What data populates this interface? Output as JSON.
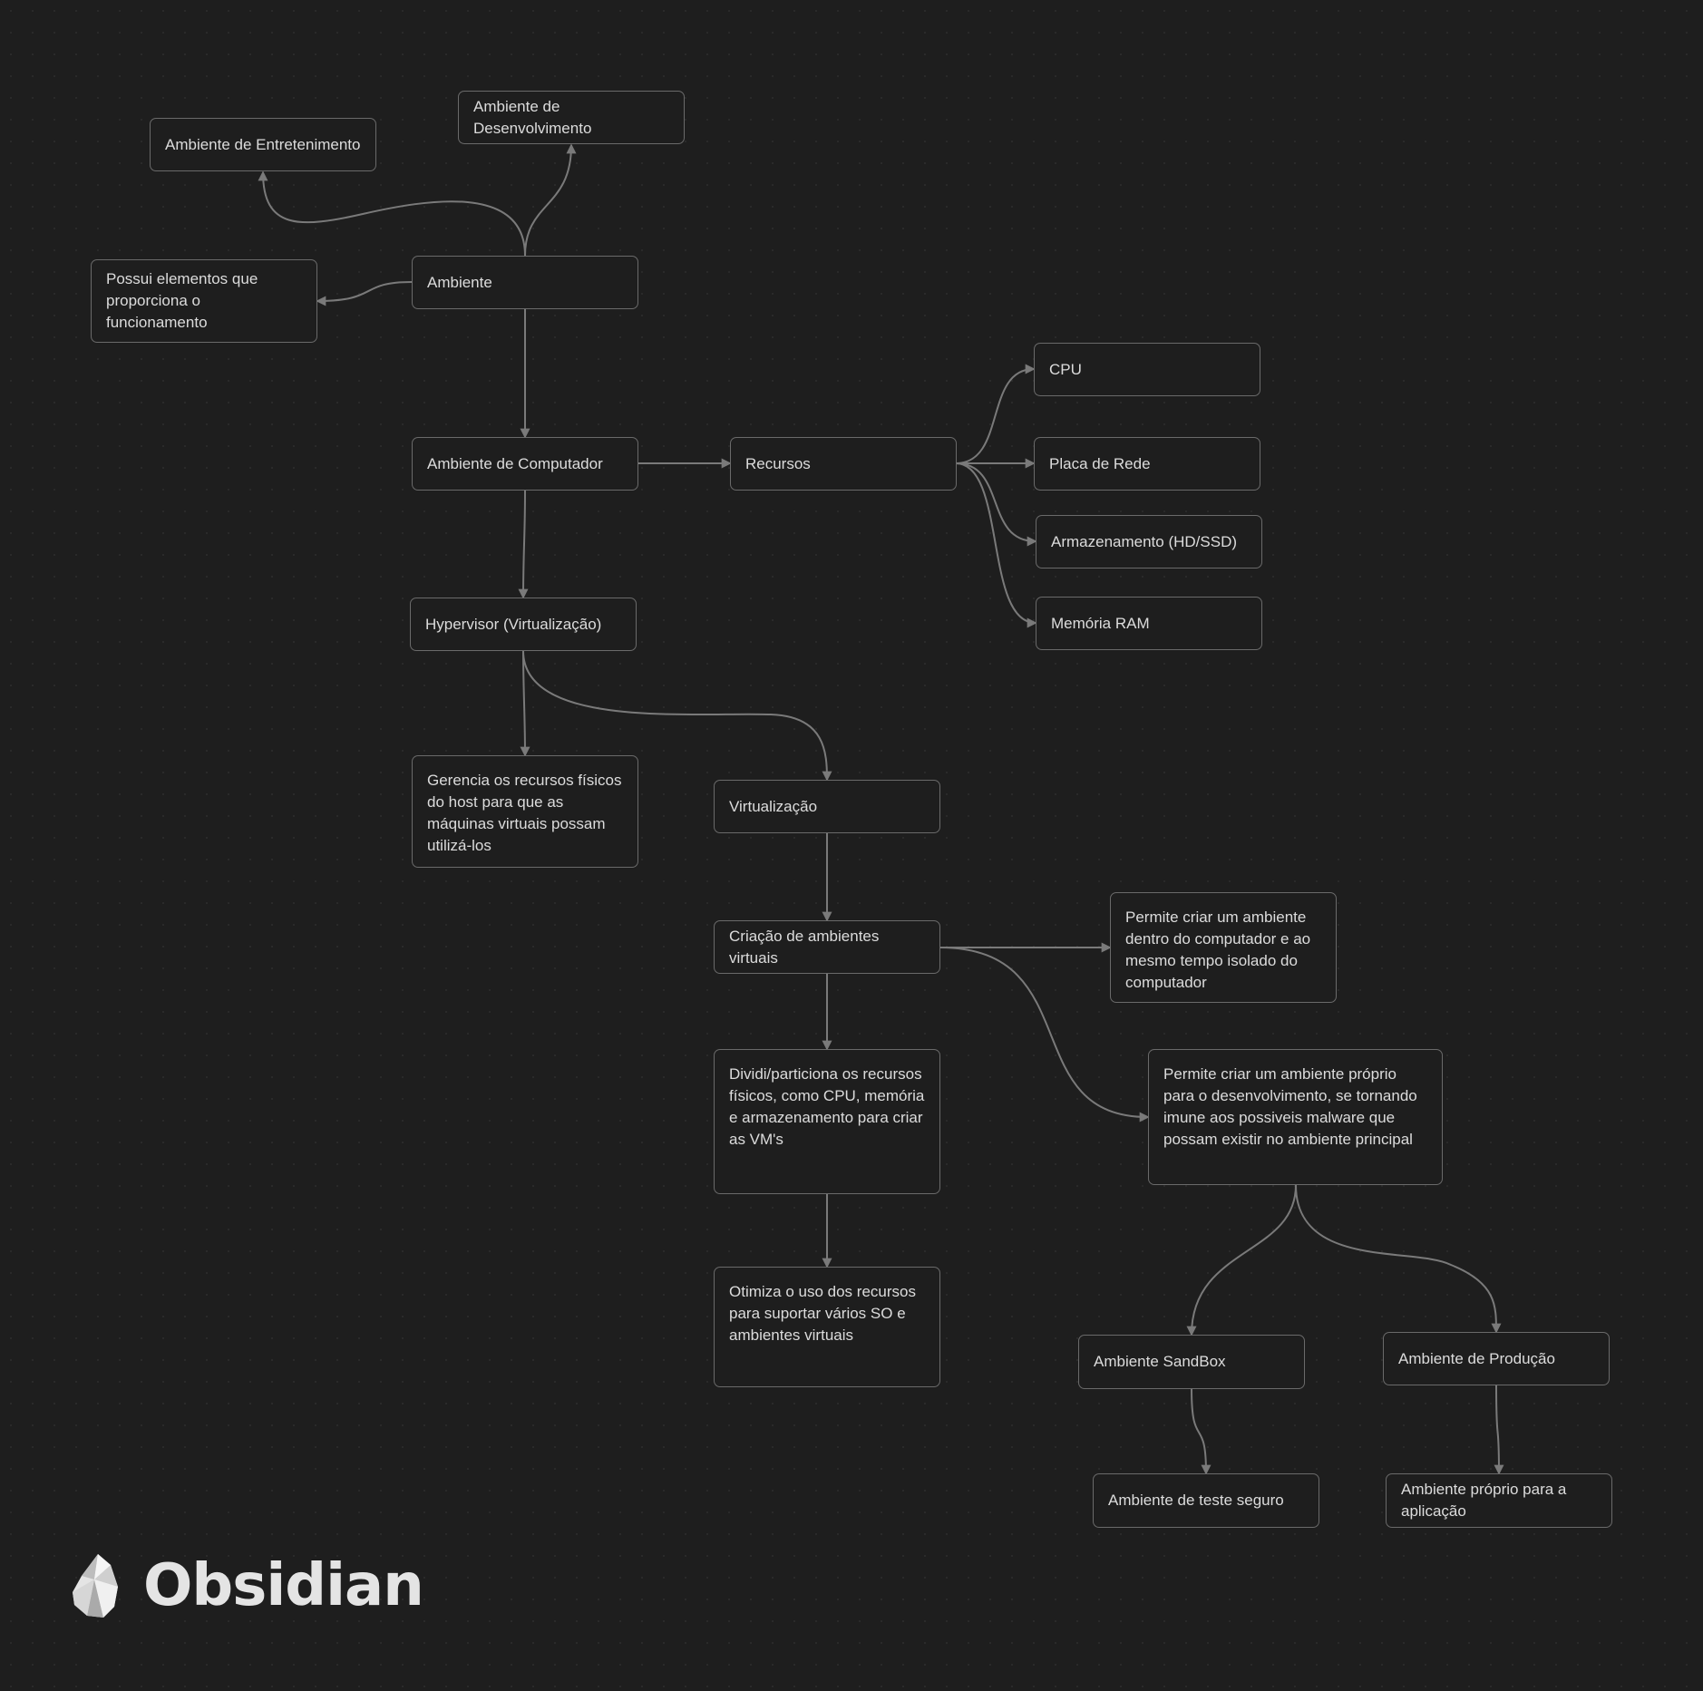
{
  "canvas": {
    "background": "#1e1e1e",
    "node_border": "#6a6a6a",
    "edge_color": "#7a7a7a",
    "text_color": "#dcdcdc"
  },
  "nodes": {
    "entretenimento": "Ambiente de Entretenimento",
    "desenvolvimento": "Ambiente de Desenvolvimento",
    "ambiente": "Ambiente",
    "elementos": "Possui elementos que proporciona o funcionamento",
    "computador": "Ambiente de Computador",
    "recursos": "Recursos",
    "cpu": "CPU",
    "placa_rede": "Placa de Rede",
    "armazenamento": "Armazenamento (HD/SSD)",
    "memoria": "Memória RAM",
    "hypervisor": "Hypervisor (Virtualização)",
    "gerencia": "Gerencia os recursos físicos do host para que as máquinas virtuais possam utilizá-los",
    "virtualizacao": "Virtualização",
    "criacao": "Criação de ambientes virtuais",
    "permite_isolado": "Permite criar um ambiente dentro do computador e ao mesmo tempo isolado do computador",
    "dividi": "Dividi/particiona os recursos físicos, como CPU, memória e armazenamento para criar as VM's",
    "permite_proprio": "Permite criar um ambiente próprio para o desenvolvimento, se tornando imune aos possiveis malware que possam existir no ambiente principal",
    "otimiza": "Otimiza o uso dos recursos para suportar vários SO e ambientes virtuais",
    "sandbox": "Ambiente SandBox",
    "producao": "Ambiente de Produção",
    "teste": "Ambiente de teste seguro",
    "aplicacao": "Ambiente próprio para a aplicação"
  },
  "edges": [
    {
      "from": "ambiente",
      "to": "entretenimento"
    },
    {
      "from": "ambiente",
      "to": "desenvolvimento"
    },
    {
      "from": "ambiente",
      "to": "elementos"
    },
    {
      "from": "ambiente",
      "to": "computador"
    },
    {
      "from": "computador",
      "to": "recursos"
    },
    {
      "from": "recursos",
      "to": "cpu"
    },
    {
      "from": "recursos",
      "to": "placa_rede"
    },
    {
      "from": "recursos",
      "to": "armazenamento"
    },
    {
      "from": "recursos",
      "to": "memoria"
    },
    {
      "from": "computador",
      "to": "hypervisor"
    },
    {
      "from": "hypervisor",
      "to": "gerencia"
    },
    {
      "from": "hypervisor",
      "to": "virtualizacao"
    },
    {
      "from": "virtualizacao",
      "to": "criacao"
    },
    {
      "from": "criacao",
      "to": "permite_isolado"
    },
    {
      "from": "criacao",
      "to": "permite_proprio"
    },
    {
      "from": "criacao",
      "to": "dividi"
    },
    {
      "from": "dividi",
      "to": "otimiza"
    },
    {
      "from": "permite_proprio",
      "to": "sandbox"
    },
    {
      "from": "permite_proprio",
      "to": "producao"
    },
    {
      "from": "sandbox",
      "to": "teste"
    },
    {
      "from": "producao",
      "to": "aplicacao"
    }
  ],
  "logo": {
    "icon": "obsidian-logo-icon",
    "text": "Obsidian"
  }
}
